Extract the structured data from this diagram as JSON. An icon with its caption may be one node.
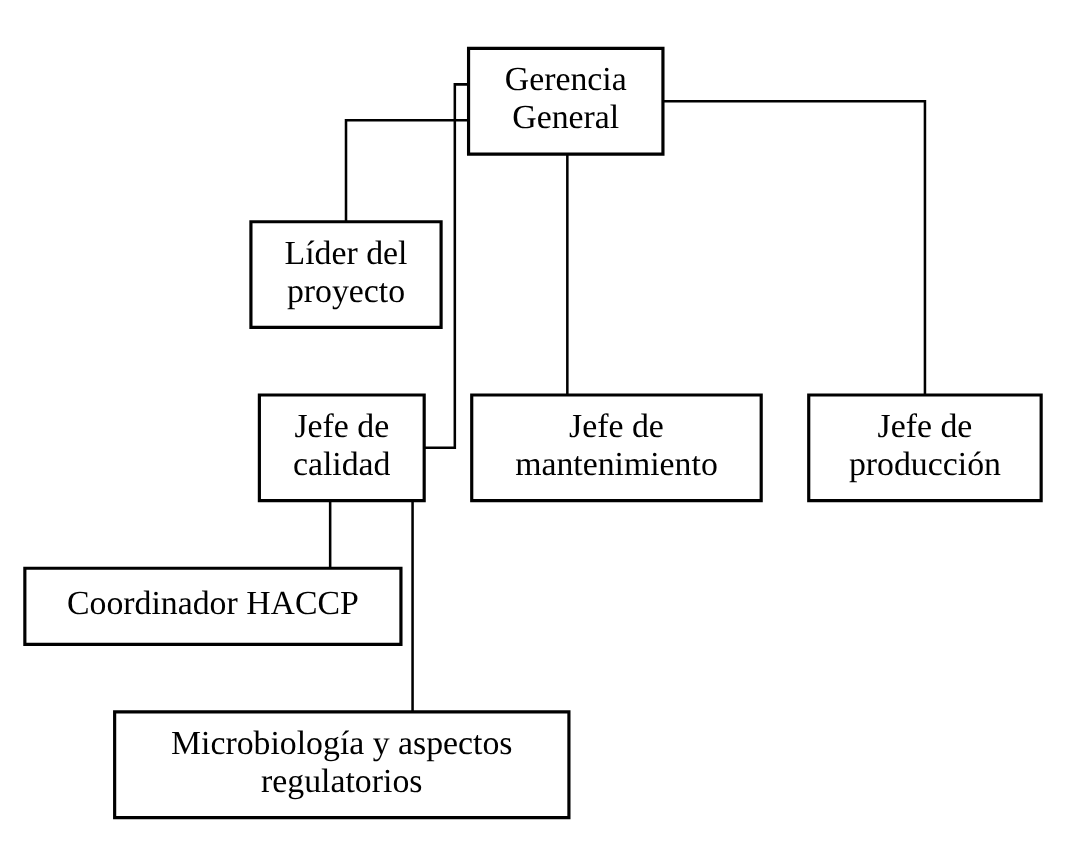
{
  "diagram": {
    "nodes": [
      {
        "text": [
          "Gerencia General"
        ]
      },
      {
        "text": [
          "Líder del proyecto"
        ]
      },
      {
        "text": [
          "Jefe de mantenimiento"
        ]
      },
      {
        "text": [
          "Jefe de calidad"
        ]
      },
      {
        "text": [
          "Jefe de producción"
        ]
      },
      {
        "text": [
          "Coordinador HACCP"
        ]
      },
      {
        "text": [
          "Microbiología y aspectos regulatorios"
        ]
      }
    ],
    "edges": [
      {
        "from": 0,
        "to": 1,
        "arrow": "none"
      },
      {
        "from": 0,
        "to": 2,
        "arrow": "none"
      },
      {
        "from": 0,
        "to": 3,
        "arrow": "none"
      },
      {
        "from": 0,
        "to": 4,
        "arrow": "none"
      },
      {
        "from": 3,
        "to": 5,
        "arrow": "none"
      },
      {
        "from": 3,
        "to": 6,
        "arrow": "none"
      }
    ]
  }
}
